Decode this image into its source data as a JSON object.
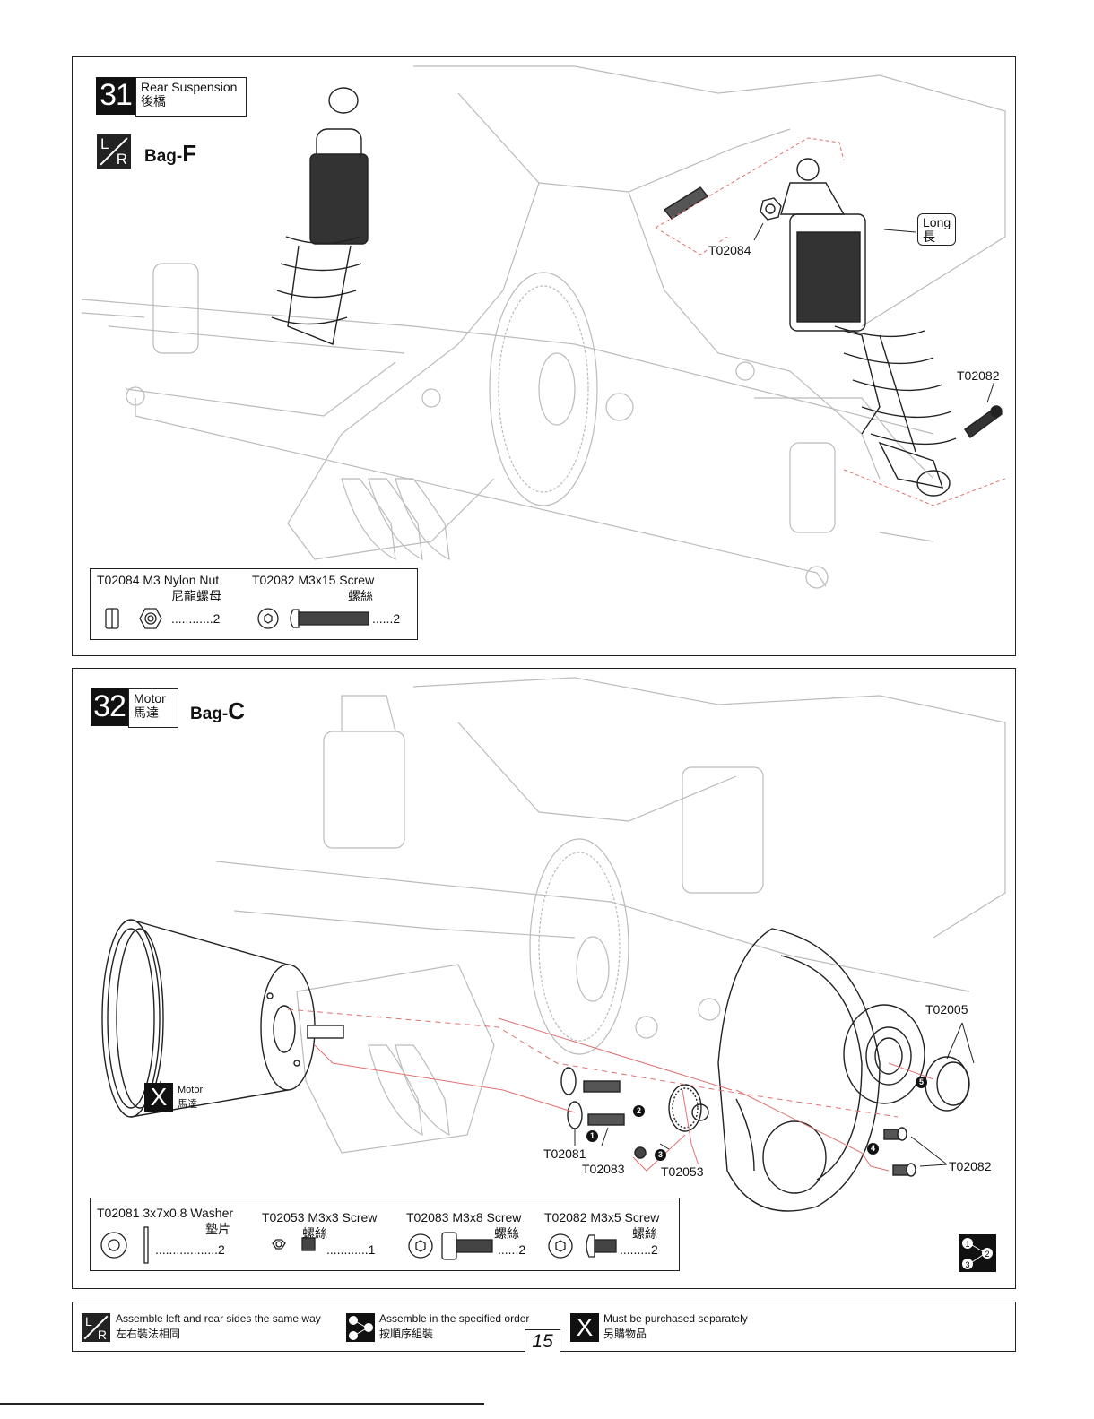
{
  "step31": {
    "number": "31",
    "title_en": "Rear Suspension",
    "title_cn": "後橋",
    "bag_prefix": "Bag-",
    "bag_letter": "F",
    "lr_l": "L",
    "lr_r": "R",
    "callouts": {
      "long_en": "Long",
      "long_cn": "長",
      "nut": "T02084",
      "screw": "T02082"
    },
    "parts": [
      {
        "code_name": "T02084  M3 Nylon Nut",
        "cn": "尼龍螺母",
        "qty": "............2"
      },
      {
        "code_name": "T02082  M3x15 Screw",
        "cn": "螺絲",
        "qty": "......2"
      }
    ]
  },
  "step32": {
    "number": "32",
    "title_en": "Motor",
    "title_cn": "馬達",
    "bag_prefix": "Bag-",
    "bag_letter": "C",
    "motor_mark": "X",
    "motor_en": "Motor",
    "motor_cn": "馬達",
    "callouts": {
      "cap": "T02005",
      "washer": "T02081",
      "screw8": "T02083",
      "set": "T02053",
      "screw5": "T02082"
    },
    "bullets": [
      "1",
      "2",
      "3",
      "4",
      "5"
    ],
    "parts": [
      {
        "code_name": "T02081 3x7x0.8 Washer",
        "cn": "墊片",
        "qty": "..................2"
      },
      {
        "code_name": "T02053 M3x3 Screw",
        "cn": "螺絲",
        "qty": "............1"
      },
      {
        "code_name": "T02083 M3x8 Screw",
        "cn": "螺絲",
        "qty": "......2"
      },
      {
        "code_name": "T02082 M3x5 Screw",
        "cn": "螺絲",
        "qty": ".........2"
      }
    ],
    "order_digits": [
      "1",
      "2",
      "3"
    ]
  },
  "legend": {
    "lr_en": "Assemble left and rear sides the same way",
    "lr_cn": "左右裝法相同",
    "order_en": "Assemble in the specified order",
    "order_cn": "按順序組裝",
    "x_mark": "X",
    "x_en": "Must be purchased separately",
    "x_cn": "另購物品"
  },
  "page_number": "15"
}
